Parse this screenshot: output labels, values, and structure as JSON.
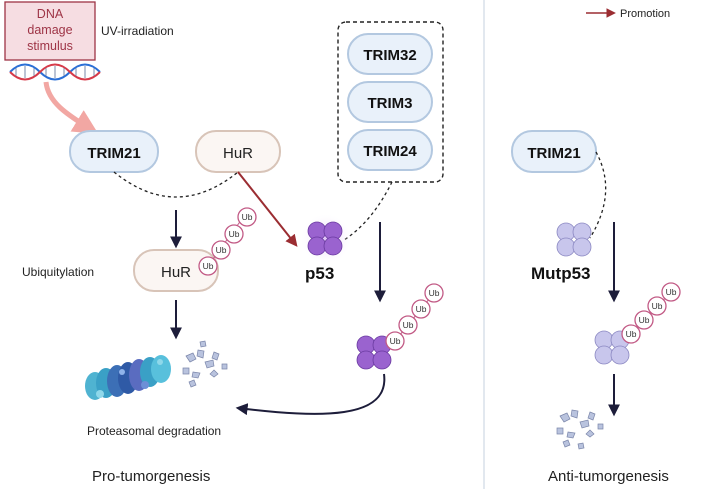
{
  "legend": {
    "label": "Promotion",
    "color": "#9b2d32"
  },
  "stimulus": {
    "box_text": [
      "DNA",
      "damage",
      "stimulus"
    ],
    "uv_label": "UV-irradiation"
  },
  "left": {
    "trim21": "TRIM21",
    "hur_top": "HuR",
    "hur_bottom": "HuR",
    "ubiquitylation": "Ubiquitylation",
    "p53": "p53",
    "trims": [
      "TRIM32",
      "TRIM3",
      "TRIM24"
    ],
    "proteasomal": "Proteasomal degradation",
    "footer": "Pro-tumorgenesis"
  },
  "right": {
    "trim21": "TRIM21",
    "mutp53": "Mutp53",
    "footer": "Anti-tumorgenesis"
  },
  "ub_label": "Ub",
  "colors": {
    "pill_fill": "#e9f1fa",
    "pill_stroke": "#b3c8e0",
    "hur_fill": "#fbf6f3",
    "hur_stroke": "#d8c4b8",
    "ub_stroke": "#c25b86",
    "p53_purple": "#9a63cf",
    "mutp53_lilac": "#c8c6ec",
    "promotion_arrow": "#9b2d32",
    "flow_arrow": "#1d1d3a"
  }
}
